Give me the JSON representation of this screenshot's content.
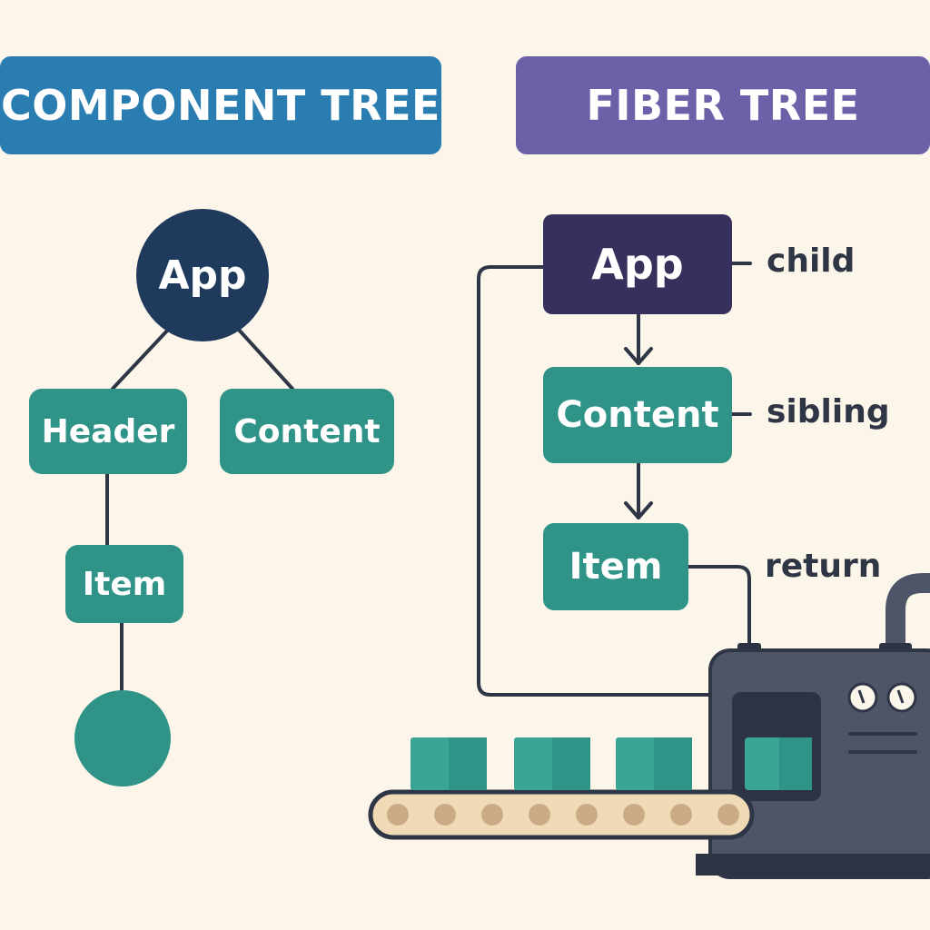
{
  "colors": {
    "background": "#fbf5ea",
    "component_banner": "#2a7db1",
    "fiber_banner": "#6c61a8",
    "app_dark": "#1f3a5c",
    "app_fiber": "#372f5c",
    "teal": "#2f9388",
    "line": "#2e3646",
    "machine": "#4d5566",
    "belt": "#f0d9b5"
  },
  "component_tree": {
    "title": "COMPONENT TREE",
    "nodes": {
      "app": "App",
      "header": "Header",
      "content": "Content",
      "item": "Item"
    }
  },
  "fiber_tree": {
    "title": "FIBER TREE",
    "nodes": {
      "app": "App",
      "content": "Content",
      "item": "Item"
    },
    "labels": {
      "child": "child",
      "sibling": "sibling",
      "return": "return"
    }
  }
}
